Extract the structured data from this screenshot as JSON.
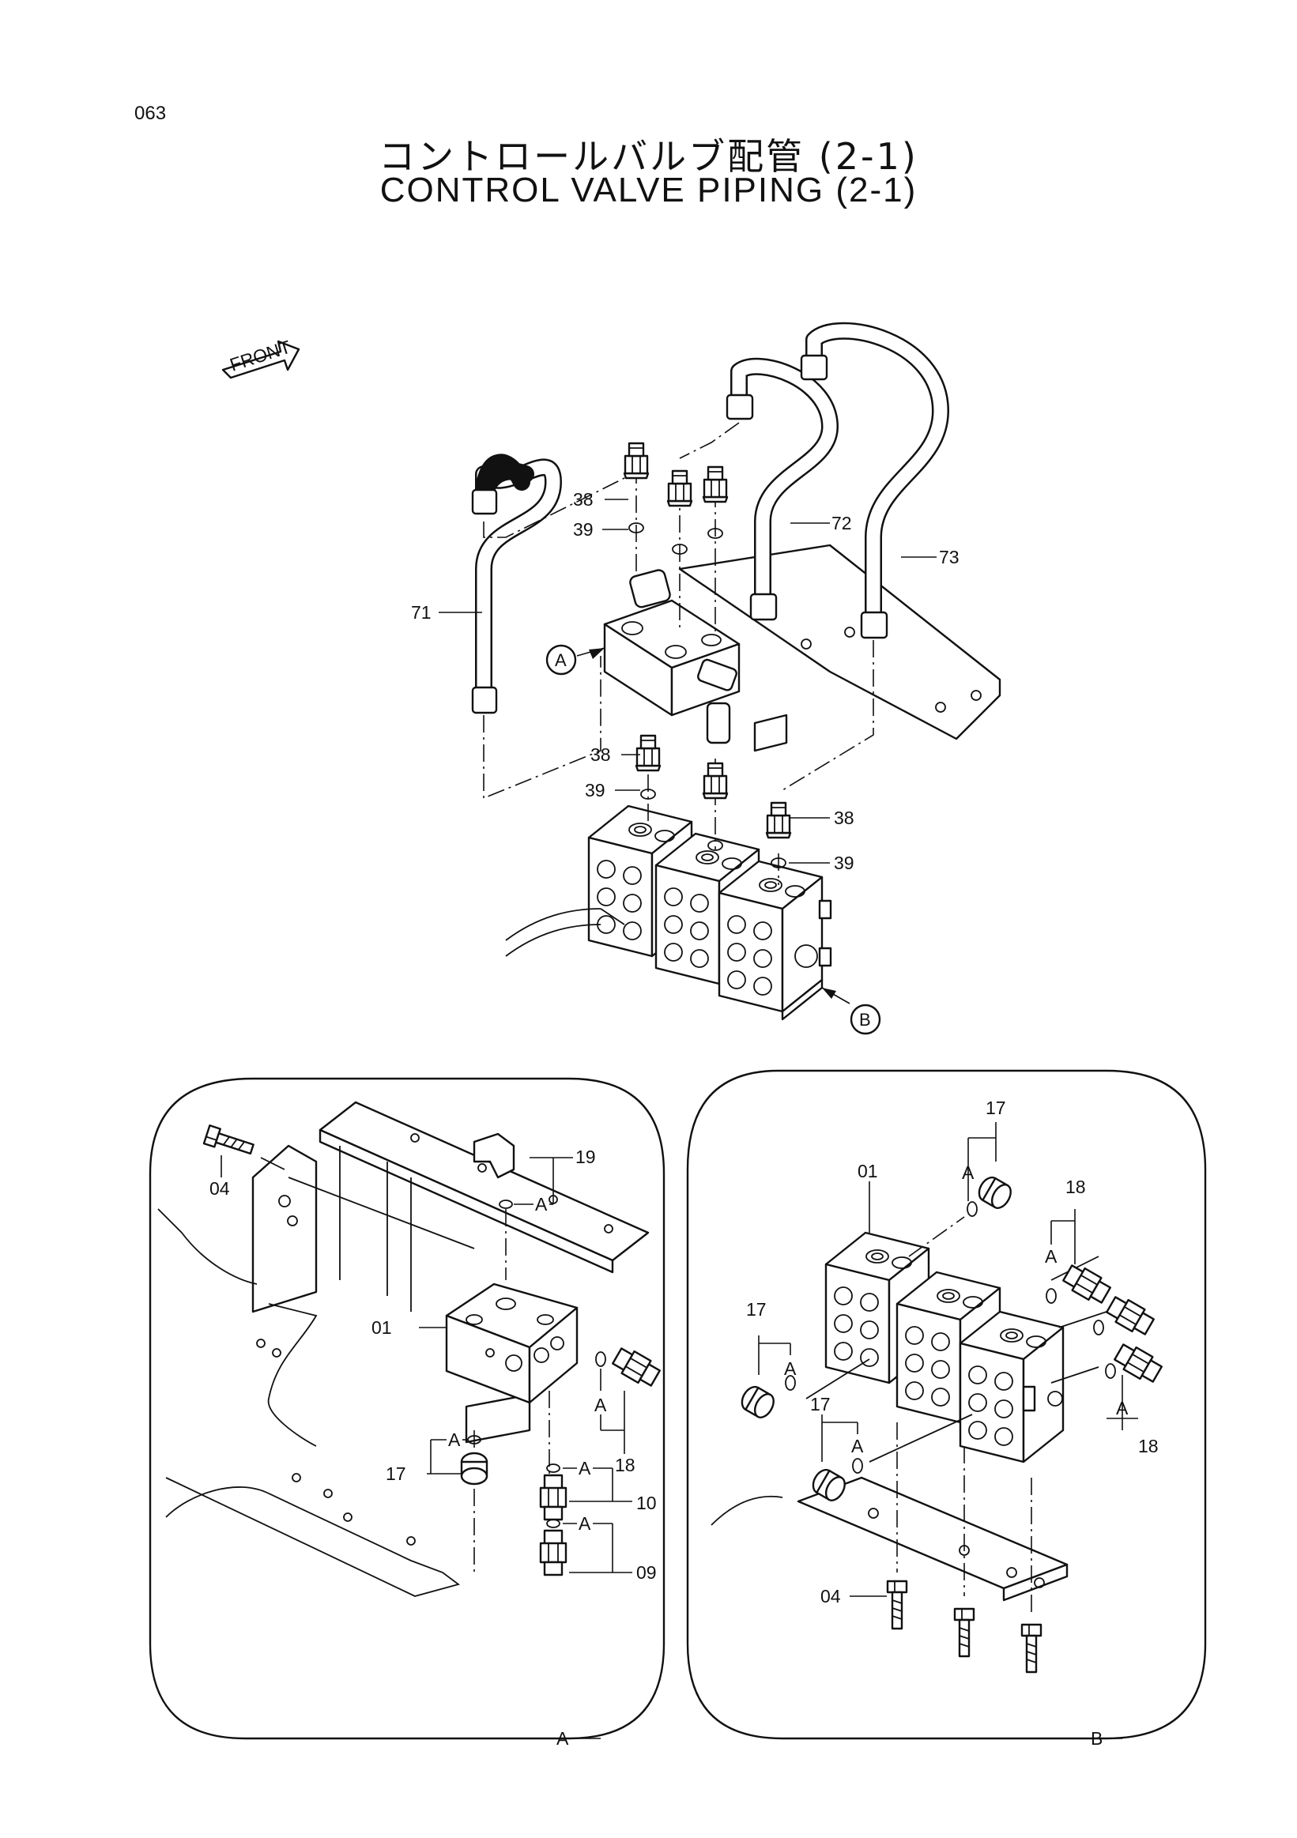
{
  "page_number": "063",
  "title_jp": "コントロールバルブ配管 (2-1)",
  "title_en": "CONTROL VALVE PIPING (2-1)",
  "front_label": "FRONT",
  "main_callouts": {
    "a": "A",
    "b": "B",
    "p38_top": "38",
    "p39_top": "39",
    "p71": "71",
    "p72": "72",
    "p73": "73",
    "p38_mid": "38",
    "p39_mid": "39",
    "p38_right": "38",
    "p39_right": "39"
  },
  "detail_a": {
    "frame_label": "A",
    "p04": "04",
    "p19": "19",
    "p01": "01",
    "p17": "17",
    "p18": "18",
    "p10": "10",
    "p09": "09",
    "a_marks": [
      "A",
      "A",
      "A",
      "A",
      "A"
    ]
  },
  "detail_b": {
    "frame_label": "B",
    "p17_top": "17",
    "p01": "01",
    "p18_top": "18",
    "p17_left": "17",
    "p17_bottom": "17",
    "p18_bottom": "18",
    "p04": "04",
    "a_marks": [
      "A",
      "A",
      "A",
      "A",
      "A"
    ]
  }
}
